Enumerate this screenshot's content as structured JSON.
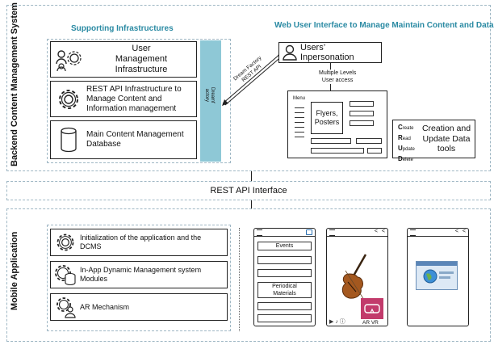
{
  "backend": {
    "side_label": "Backend Content Management System",
    "supporting_title": "Supporting Infrastructures",
    "web_title": "Web User Interface to Manage Maintain Content and Data",
    "infra": [
      {
        "icon": "user-gears-icon",
        "label": "User\nManagement\nInfrastructure"
      },
      {
        "icon": "gear-icon",
        "label": "REST API Infrastructure to\nManage Content and\nInformation management"
      },
      {
        "icon": "database-icon",
        "label": "Main Content Management\nDatabase"
      }
    ],
    "factory_label": "Dreamf\nactory",
    "connector_label": "Dream Factory\nREST API",
    "impersonation_label": "Users’ Inpersonation",
    "levels_label": "Multiple Levels\nUser access",
    "ui_menu_label": "Menu",
    "ui_flyers_label": "Flyers,\nPosters",
    "crud": {
      "letters": [
        {
          "first": "C",
          "rest": "reate"
        },
        {
          "first": "R",
          "rest": "ead"
        },
        {
          "first": "U",
          "rest": "pdate"
        },
        {
          "first": "D",
          "rest": "elete"
        }
      ],
      "label": "Creation and\nUpdate Data\ntools"
    }
  },
  "rest_api_label": "REST API Interface",
  "mobile": {
    "side_label": "Mobile Application",
    "items": [
      {
        "icon": "gear-icon",
        "label": "Initialization of the application and the\nDCMS"
      },
      {
        "icon": "gear-database-icon",
        "label": "In-App Dynamic Management system\nModules"
      },
      {
        "icon": "user-gear-icon",
        "label": "AR Mechanism"
      }
    ],
    "phone1": {
      "events_label": "Events",
      "periodical_label": "Periodical\nMaterials"
    },
    "phone2": {
      "ar_label": "AR VR"
    }
  }
}
